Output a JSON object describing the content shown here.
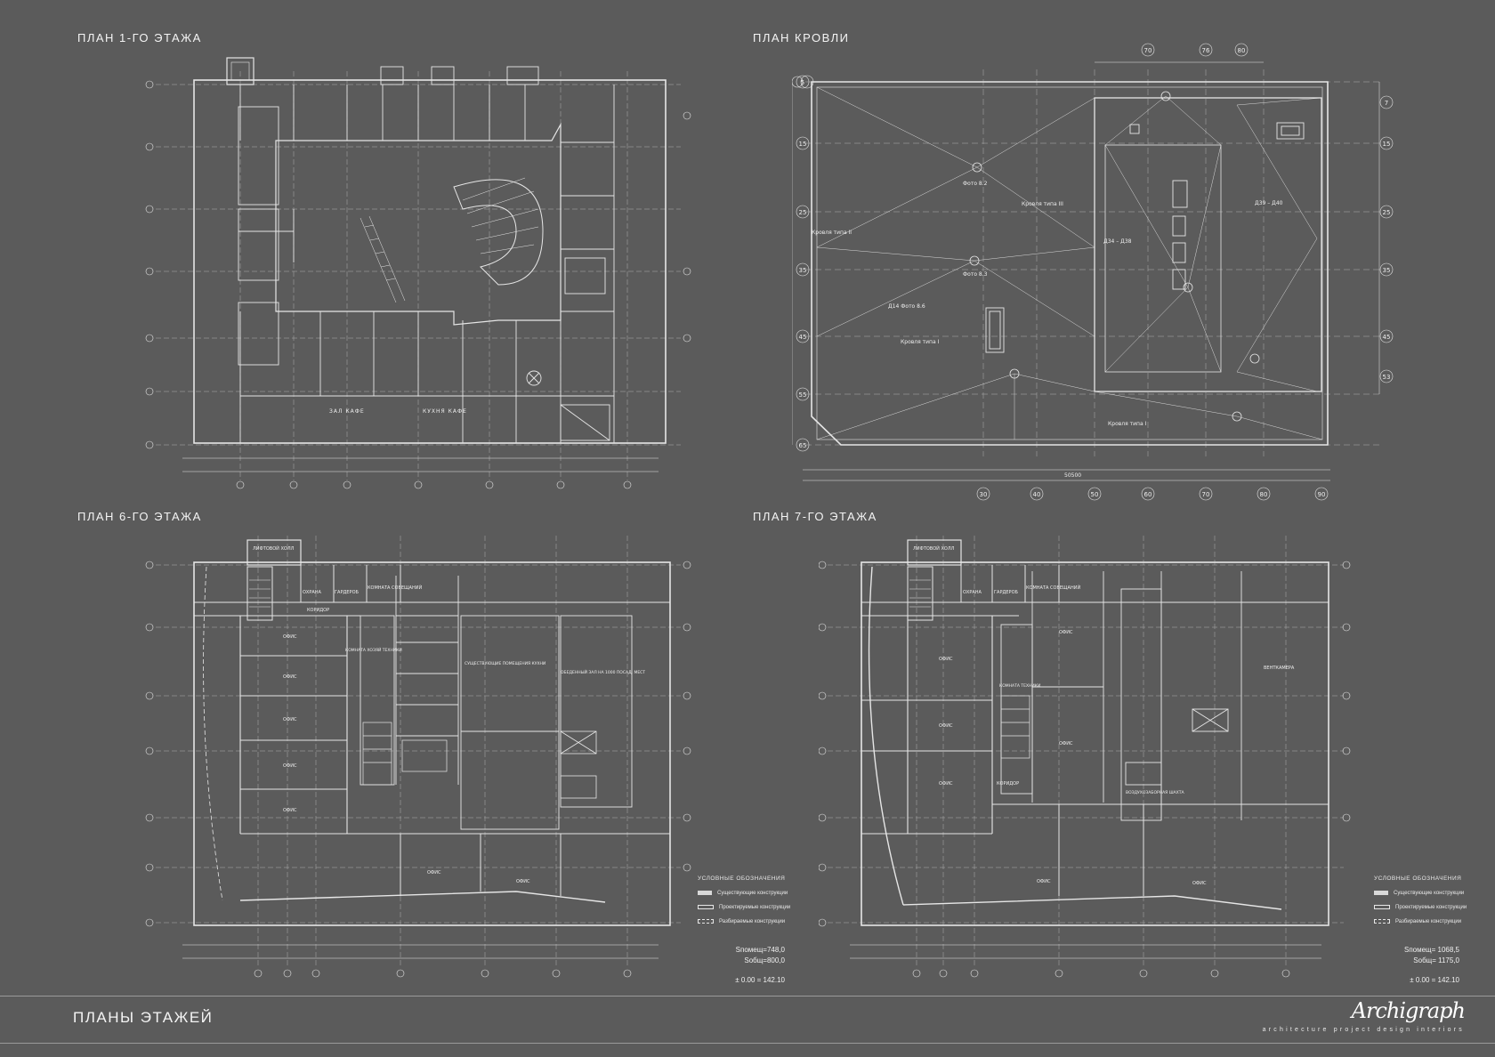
{
  "plans": {
    "floor1": {
      "title": "ПЛАН 1-ГО ЭТАЖА",
      "rooms": [
        "ЗАЛ КАФЕ",
        "КУХНЯ КАФЕ"
      ]
    },
    "roof": {
      "title": "ПЛАН КРОВЛИ",
      "roof_labels": [
        "Кровля типа II",
        "Кровля типа I",
        "Кровля типа III",
        "Д14 Фото 8.6",
        "Фото 8.2",
        "Фото 8.3",
        "Д34 – Д38",
        "Д39 – Д40",
        "Кровля типа I"
      ],
      "total_dim": "50500",
      "axes_bottom": [
        "30",
        "40",
        "50",
        "60",
        "70",
        "80",
        "90"
      ],
      "axes_top": [
        "70",
        "76",
        "80"
      ],
      "axes_left": [
        "5",
        "15",
        "25",
        "35",
        "45",
        "55",
        "65"
      ],
      "axes_right": [
        "7",
        "15",
        "25",
        "35",
        "45",
        "53"
      ]
    },
    "floor6": {
      "title": "ПЛАН 6-ГО ЭТАЖА",
      "rooms": [
        "ЛИФТОВОЙ ХОЛЛ",
        "ОХРАНА",
        "ГАРДЕРОБ",
        "КОМНАТА СОВЕЩАНИЙ",
        "КОРИДОР",
        "ОФИС",
        "ОФИС",
        "ОФИС",
        "ОФИС",
        "ОФИС",
        "КОМНАТА ХОЗЯЙ ТЕХНИКИ",
        "СУЩЕСТВУЮЩИЕ ПОМЕЩЕНИЯ КУХНИ",
        "ОБЕДЕННЫЙ ЗАЛ НА 1000 ПОСАД. МЕСТ",
        "ОФИС",
        "ОФИС"
      ],
      "stats": [
        "Sпомещ=748,0",
        "Sобщ=800,0",
        "± 0.00 = 142.10"
      ]
    },
    "floor7": {
      "title": "ПЛАН 7-ГО ЭТАЖА",
      "rooms": [
        "ЛИФТОВОЙ ХОЛЛ",
        "ОХРАНА",
        "ГАРДЕРОБ",
        "КОМНАТА СОВЕЩАНИЙ",
        "ОФИС",
        "ОФИС",
        "ОФИС",
        "ОФИС",
        "ОФИС",
        "КОМНАТА ТЕХНИКИ",
        "КОРИДОР",
        "ВЕНТКАМЕРА",
        "ВОЗДУХОЗАБОРНАЯ ШАХТА",
        "ОФИС",
        "ОФИС"
      ],
      "stats": [
        "Sпомещ= 1068,5",
        "Sобщ= 1175,0",
        "± 0.00 = 142.10"
      ]
    }
  },
  "legend": {
    "title": "УСЛОВНЫЕ ОБОЗНАЧЕНИЯ",
    "items": [
      "Существующие конструкции",
      "Проектируемые конструкции",
      "Разбираемые конструкции"
    ]
  },
  "footer": {
    "title": "ПЛАНЫ ЭТАЖЕЙ",
    "logo": "Archigraph",
    "tagline": "architecture project design interiors"
  },
  "colors": {
    "background": "#5b5b5b",
    "lines": "#e6e6e6"
  }
}
